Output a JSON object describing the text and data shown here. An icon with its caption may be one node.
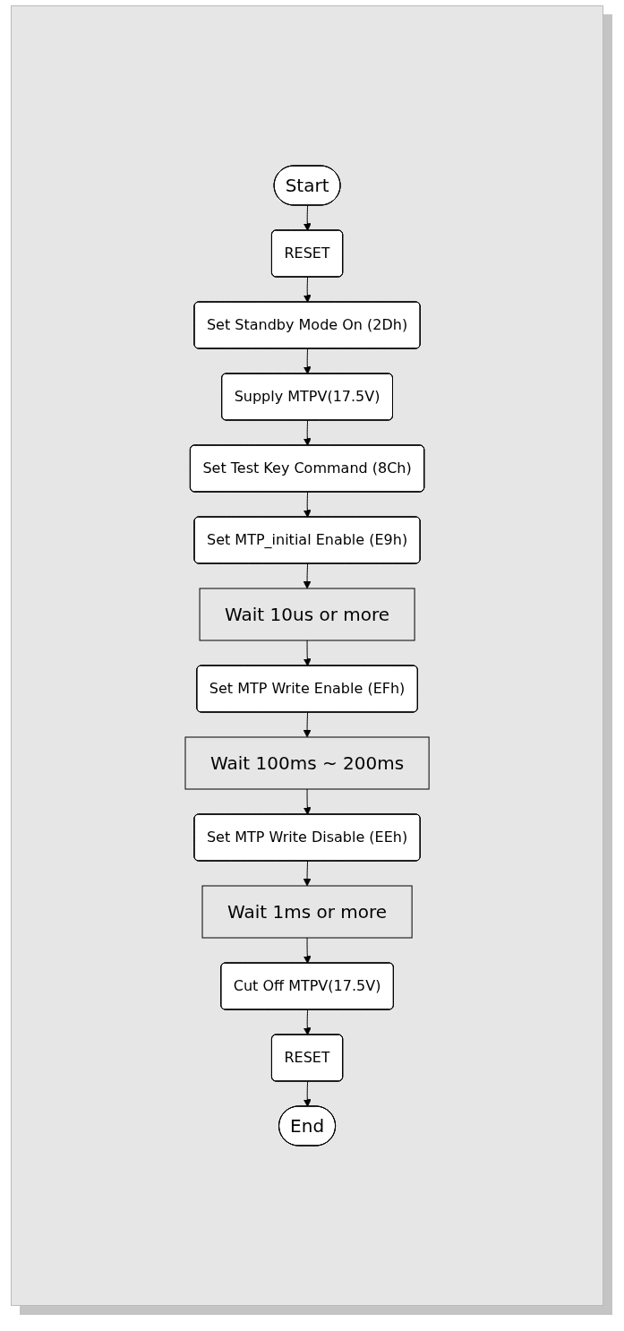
{
  "diagram": {
    "nodes": [
      {
        "text": [
          "Start"
        ]
      },
      {
        "text": [
          "RESET"
        ]
      },
      {
        "text": [
          "Set Standby Mode On (2Dh)"
        ]
      },
      {
        "text": [
          "Supply MTPV(17.5V)"
        ]
      },
      {
        "text": [
          "Set Test Key Command (8Ch)"
        ]
      },
      {
        "text": [
          "Set MTP_initial Enable (E9h)"
        ]
      },
      {
        "text": [
          "Wait 10us or more"
        ]
      },
      {
        "text": [
          "Set MTP Write Enable (EFh)"
        ]
      },
      {
        "text": [
          "Wait 100ms ~ 200ms"
        ]
      },
      {
        "text": [
          "Set MTP Write Disable (EEh)"
        ]
      },
      {
        "text": [
          "Wait 1ms or more"
        ]
      },
      {
        "text": [
          "Cut Off MTPV(17.5V)"
        ]
      },
      {
        "text": [
          "RESET"
        ]
      },
      {
        "text": [
          "End"
        ]
      }
    ],
    "edges": [
      {
        "from": 0,
        "to": 1,
        "arrow": "to"
      },
      {
        "from": 1,
        "to": 2,
        "arrow": "to"
      },
      {
        "from": 2,
        "to": 3,
        "arrow": "to"
      },
      {
        "from": 3,
        "to": 4,
        "arrow": "to"
      },
      {
        "from": 4,
        "to": 5,
        "arrow": "to"
      },
      {
        "from": 5,
        "to": 6,
        "arrow": "to"
      },
      {
        "from": 6,
        "to": 7,
        "arrow": "to"
      },
      {
        "from": 7,
        "to": 8,
        "arrow": "to"
      },
      {
        "from": 8,
        "to": 9,
        "arrow": "to"
      },
      {
        "from": 9,
        "to": 10,
        "arrow": "to"
      },
      {
        "from": 10,
        "to": 11,
        "arrow": "to"
      },
      {
        "from": 11,
        "to": 12,
        "arrow": "to"
      },
      {
        "from": 12,
        "to": 13,
        "arrow": "to"
      }
    ]
  }
}
